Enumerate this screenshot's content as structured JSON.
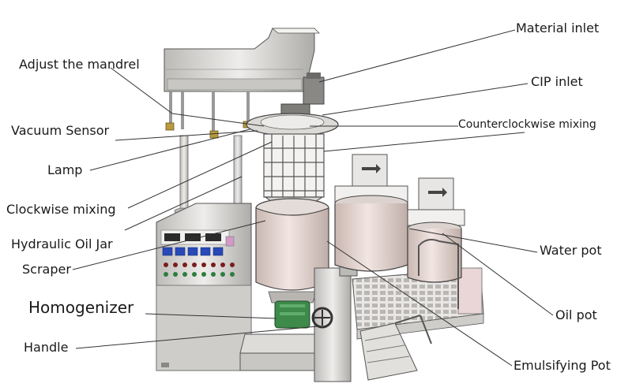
{
  "labels": {
    "material_inlet": "Material inlet",
    "adjust_mandrel": "Adjust the mandrel",
    "cip_inlet": "CIP inlet",
    "vacuum_sensor": "Vacuum Sensor",
    "counterclockwise_mixing": "Counterclockwise mixing",
    "lamp": "Lamp",
    "clockwise_mixing": "Clockwise mixing",
    "hydraulic_oil_jar": "Hydraulic Oil Jar",
    "water_pot": "Water pot",
    "scraper": "Scraper",
    "homogenizer": "Homogenizer",
    "oil_pot": "Oil pot",
    "handle": "Handle",
    "emulsifying_pot": "Emulsifying Pot"
  },
  "colors": {
    "steel": "#d4d2cf",
    "steel_dark": "#a9a7a4",
    "motor_green": "#3d8a4a",
    "panel_blue": "#2a49b8",
    "pot_pink": "#e8d6d0",
    "leader_line": "#333333"
  }
}
